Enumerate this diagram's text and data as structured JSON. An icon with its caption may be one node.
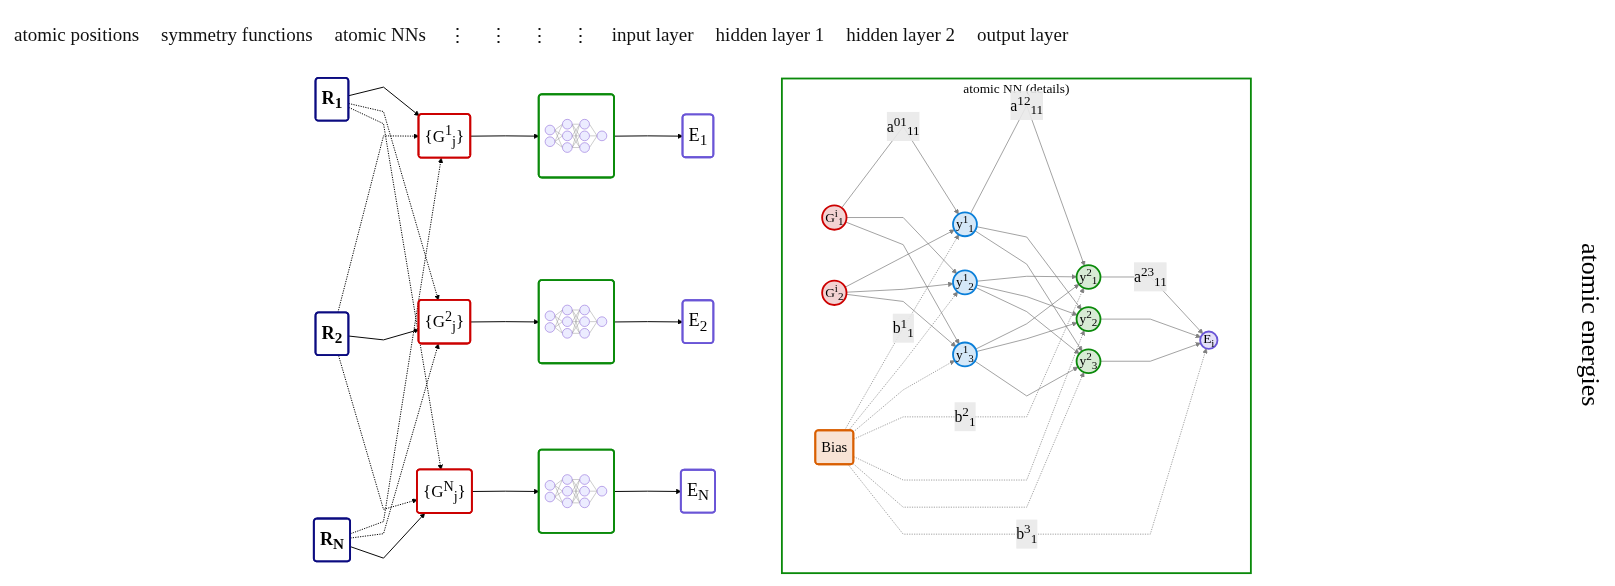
{
  "diagram": {
    "nodes": [
      {
        "text": [
          "R$_{1}$"
        ]
      },
      {
        "text": [
          "R$_{2}$"
        ]
      },
      {
        "text": [
          "R$_{N}$"
        ]
      },
      {
        "text": [
          "{G$^{1}$$_{j}$}"
        ]
      },
      {
        "text": [
          "{G$^{2}$$_{j}$}"
        ]
      },
      {
        "text": [
          "{G$^{N}$$_{j}$}"
        ]
      },
      {
        "text": [],
        "shape": "picture"
      },
      {
        "text": [],
        "shape": "picture"
      },
      {
        "text": [],
        "shape": "picture"
      },
      {
        "text": [
          "E$_{1}$"
        ]
      },
      {
        "text": [
          "E$_{2}$"
        ]
      },
      {
        "text": [
          "E$_{N}$"
        ]
      },
      {
        "text": [
          "atomic NN (details)"
        ]
      },
      {
        "text": [
          "G$^{i}$$_{1}$"
        ],
        "in": 12
      },
      {
        "text": [
          "G$^{i}$$_{2}$"
        ],
        "in": 12
      },
      {
        "text": [
          "y$^{1}$$_{1}$"
        ],
        "in": 12
      },
      {
        "text": [
          "y$^{1}$$_{2}$"
        ],
        "in": 12
      },
      {
        "text": [
          "y$^{1}$$_{3}$"
        ],
        "in": 12
      },
      {
        "text": [
          "y$^{2}$$_{1}$"
        ],
        "in": 12
      },
      {
        "text": [
          "y$^{2}$$_{2}$"
        ],
        "in": 12
      },
      {
        "text": [
          "y$^{2}$$_{3}$"
        ],
        "in": 12
      },
      {
        "text": [
          "E$_{i}$"
        ],
        "in": 12
      },
      {
        "text": [
          "Bias"
        ],
        "in": 12
      }
    ],
    "edges": [
      {
        "from": 0,
        "to": 3,
        "arrow": "to",
        "color": "#000000"
      },
      {
        "from": 0,
        "to": 4,
        "arrow": "to",
        "style": "dashed",
        "color": "#000000"
      },
      {
        "from": 0,
        "to": 5,
        "arrow": "to",
        "style": "dashed",
        "color": "#000000"
      },
      {
        "from": 1,
        "to": 3,
        "arrow": "to",
        "style": "dashed",
        "color": "#000000"
      },
      {
        "from": 1,
        "to": 4,
        "arrow": "to",
        "color": "#000000"
      },
      {
        "from": 1,
        "to": 5,
        "arrow": "to",
        "style": "dashed",
        "color": "#000000"
      },
      {
        "from": 2,
        "to": 3,
        "arrow": "to",
        "style": "dashed",
        "color": "#000000"
      },
      {
        "from": 2,
        "to": 4,
        "arrow": "to",
        "style": "dashed",
        "color": "#000000"
      },
      {
        "from": 2,
        "to": 5,
        "arrow": "to",
        "color": "#000000"
      },
      {
        "from": 3,
        "to": 6,
        "arrow": "to",
        "color": "#000000"
      },
      {
        "from": 4,
        "to": 7,
        "arrow": "to",
        "color": "#000000"
      },
      {
        "from": 5,
        "to": 8,
        "arrow": "to",
        "color": "#000000"
      },
      {
        "from": 6,
        "to": 9,
        "arrow": "to",
        "color": "#000000"
      },
      {
        "from": 7,
        "to": 10,
        "arrow": "to",
        "color": "#000000"
      },
      {
        "from": 8,
        "to": 11,
        "arrow": "to",
        "color": "#000000"
      },
      {
        "from": 13,
        "to": 15,
        "arrow": "to",
        "label": "a$^{01}$$_{11}$"
      },
      {
        "from": 13,
        "to": 16,
        "arrow": "to"
      },
      {
        "from": 13,
        "to": 17,
        "arrow": "to"
      },
      {
        "from": 14,
        "to": 15,
        "arrow": "to"
      },
      {
        "from": 14,
        "to": 16,
        "arrow": "to"
      },
      {
        "from": 14,
        "to": 17,
        "arrow": "to"
      },
      {
        "from": 15,
        "to": 18,
        "arrow": "to",
        "label": "a$^{12}$$_{11}$"
      },
      {
        "from": 15,
        "to": 19,
        "arrow": "to"
      },
      {
        "from": 15,
        "to": 20,
        "arrow": "to"
      },
      {
        "from": 16,
        "to": 18,
        "arrow": "to"
      },
      {
        "from": 16,
        "to": 19,
        "arrow": "to"
      },
      {
        "from": 16,
        "to": 20,
        "arrow": "to"
      },
      {
        "from": 17,
        "to": 18,
        "arrow": "to"
      },
      {
        "from": 17,
        "to": 19,
        "arrow": "to"
      },
      {
        "from": 17,
        "to": 20,
        "arrow": "to"
      },
      {
        "from": 18,
        "to": 21,
        "arrow": "to",
        "label": "a$^{23}$$_{11}$"
      },
      {
        "from": 19,
        "to": 21,
        "arrow": "to"
      },
      {
        "from": 20,
        "to": 21,
        "arrow": "to"
      },
      {
        "from": 22,
        "to": 15,
        "arrow": "to",
        "style": "dashed",
        "label": "b$^{1}$$_{1}$"
      },
      {
        "from": 22,
        "to": 16,
        "arrow": "to",
        "style": "dashed"
      },
      {
        "from": 22,
        "to": 17,
        "arrow": "to",
        "style": "dashed"
      },
      {
        "from": 22,
        "to": 18,
        "arrow": "to",
        "style": "dashed",
        "label": "b$^{2}$$_{1}$"
      },
      {
        "from": 22,
        "to": 19,
        "arrow": "to",
        "style": "dashed"
      },
      {
        "from": 22,
        "to": 20,
        "arrow": "to",
        "style": "dashed"
      },
      {
        "from": 22,
        "to": 21,
        "arrow": "to",
        "style": "dashed",
        "label": "b$^{3}$$_{1}$"
      }
    ],
    "labels": [
      "atomic positions",
      "symmetry functions",
      "atomic NNs",
      "⋮",
      "⋮",
      "⋮",
      "⋮",
      "atomic energies",
      "input layer",
      "hidden layer 1",
      "hidden layer 2",
      "output layer"
    ]
  }
}
